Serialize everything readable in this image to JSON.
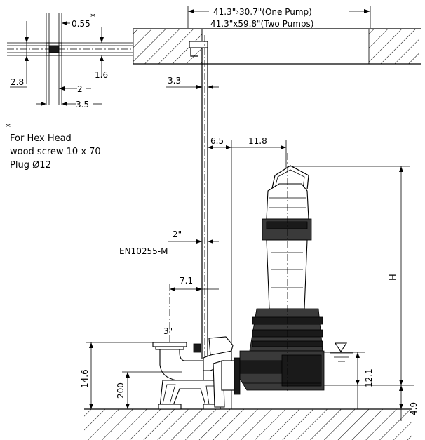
{
  "dimensions": {
    "one_pump": "41.3\"›30.7\"(One Pump)",
    "two_pumps": "41.3\"x59.8\"(Two Pumps)",
    "d_055": "0.55",
    "d_28": "2.8",
    "d_16": "1.6",
    "d_2": "2",
    "d_35": "3.5",
    "d_33": "3.3",
    "d_65": "6.5",
    "d_118": "11.8",
    "d_pipe": "2\"",
    "d_71": "7.1",
    "d_3in": "3\"",
    "d_146": "14.6",
    "d_200": "200",
    "d_121": "12.1",
    "d_49": "4.9",
    "d_H": "H"
  },
  "labels": {
    "asterisk": "*",
    "note_line1": "For Hex Head",
    "note_line2": "wood screw 10 x 70",
    "note_line3": "Plug Ø12",
    "pipe_standard": "EN10255-M"
  }
}
